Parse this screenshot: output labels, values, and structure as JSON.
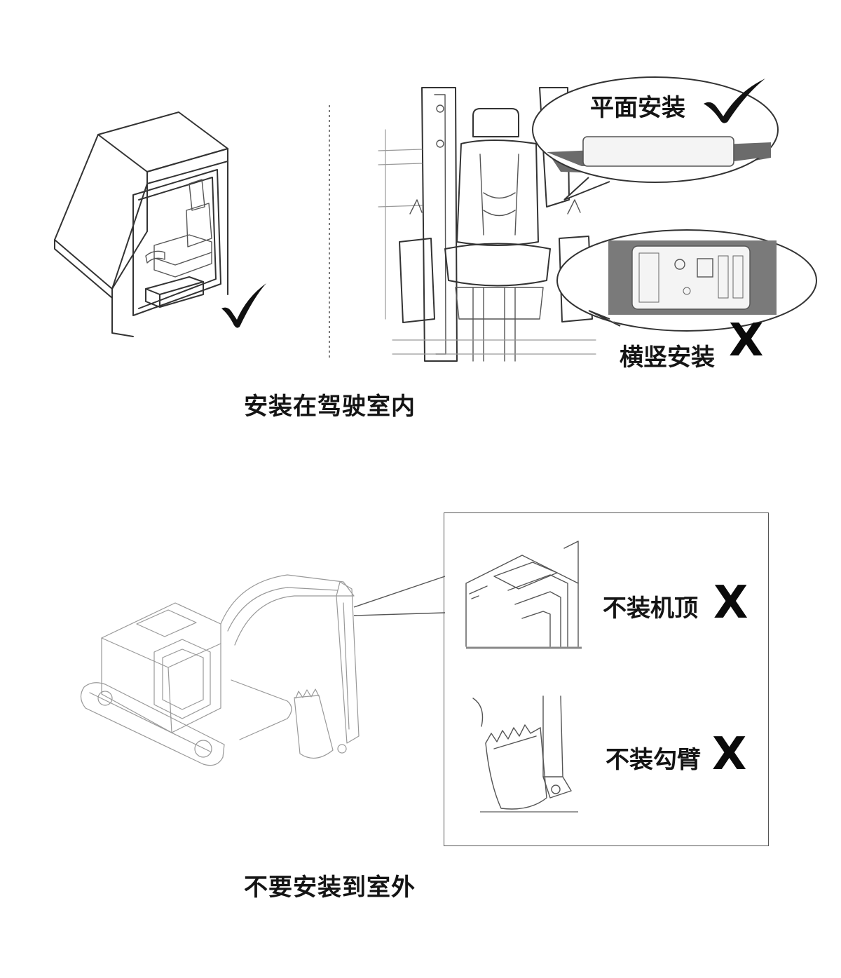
{
  "top": {
    "caption": "安装在驾驶室内",
    "flat_label": "平面安装",
    "vertical_label": "横竖安装",
    "x_mark": "X"
  },
  "bottom": {
    "caption": "不要安装到室外",
    "roof_label": "不装机顶",
    "arm_label": "不装勾臂",
    "x_mark": "X"
  }
}
